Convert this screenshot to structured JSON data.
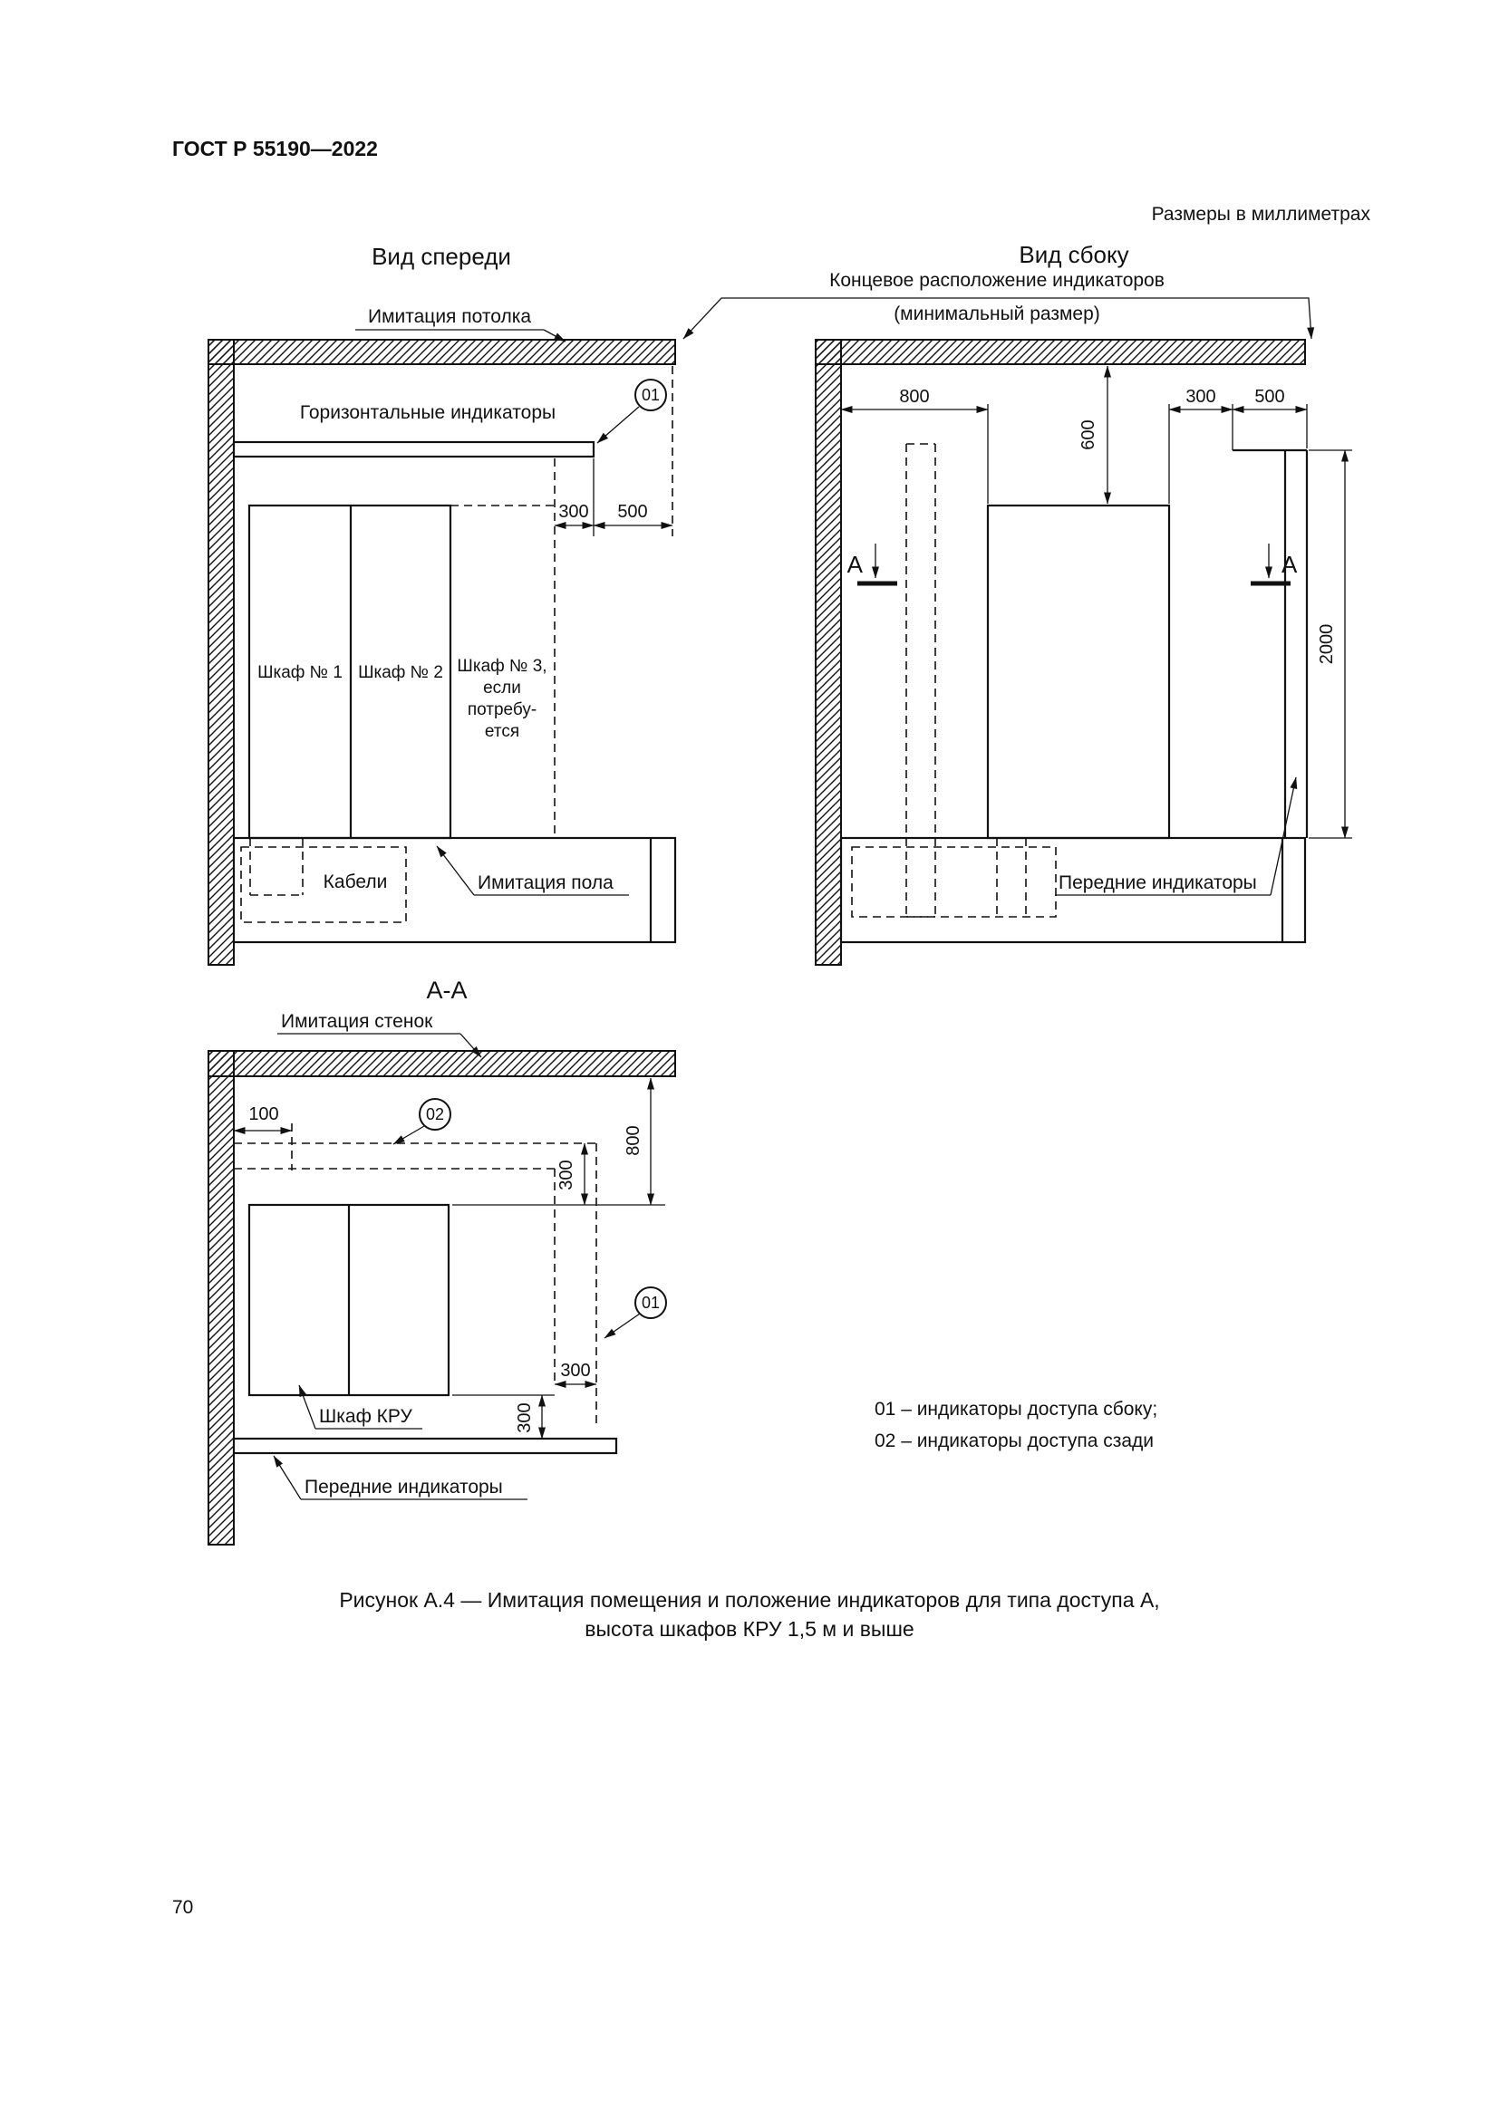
{
  "colors": {
    "ink": "#111111",
    "paper": "#ffffff"
  },
  "page": {
    "header": "ГОСТ Р 55190—2022",
    "units_note": "Размеры в миллиметрах",
    "caption_line1": "Рисунок А.4 — Имитация помещения и положение индикаторов для типа доступа А,",
    "caption_line2": "высота шкафов КРУ 1,5 м и выше",
    "page_number": "70"
  },
  "front_view": {
    "title": "Вид спереди",
    "ceiling_label": "Имитация потолка",
    "indicators_label": "Горизонтальные индикаторы",
    "callout_01": "01",
    "dim_300": "300",
    "dim_500": "500",
    "cabinet_1": "Шкаф № 1",
    "cabinet_2": "Шкаф № 2",
    "cabinet_3_l1": "Шкаф № 3,",
    "cabinet_3_l2": "если",
    "cabinet_3_l3": "потребу-",
    "cabinet_3_l4": "ется",
    "cables_label": "Кабели",
    "floor_label": "Имитация пола"
  },
  "side_view": {
    "title": "Вид сбоку",
    "end_note_l1": "Концевое расположение индикаторов",
    "end_note_l2": "(минимальный размер)",
    "dim_800": "800",
    "dim_600": "600",
    "dim_300": "300",
    "dim_500": "500",
    "dim_2000": "2000",
    "section_letter": "А",
    "front_indicators_label": "Передние индикаторы"
  },
  "section_view": {
    "title": "А-А",
    "walls_label": "Имитация стенок",
    "dim_100": "100",
    "callout_02": "02",
    "callout_01": "01",
    "dim_800": "800",
    "dim_300_rear": "300",
    "dim_300_side": "300",
    "dim_300_front": "300",
    "cabinet_label": "Шкаф КРУ",
    "front_indicators_label": "Передние индикаторы"
  },
  "legend": {
    "item_01": "01 – индикаторы доступа сбоку;",
    "item_02": "02 – индикаторы доступа сзади"
  }
}
